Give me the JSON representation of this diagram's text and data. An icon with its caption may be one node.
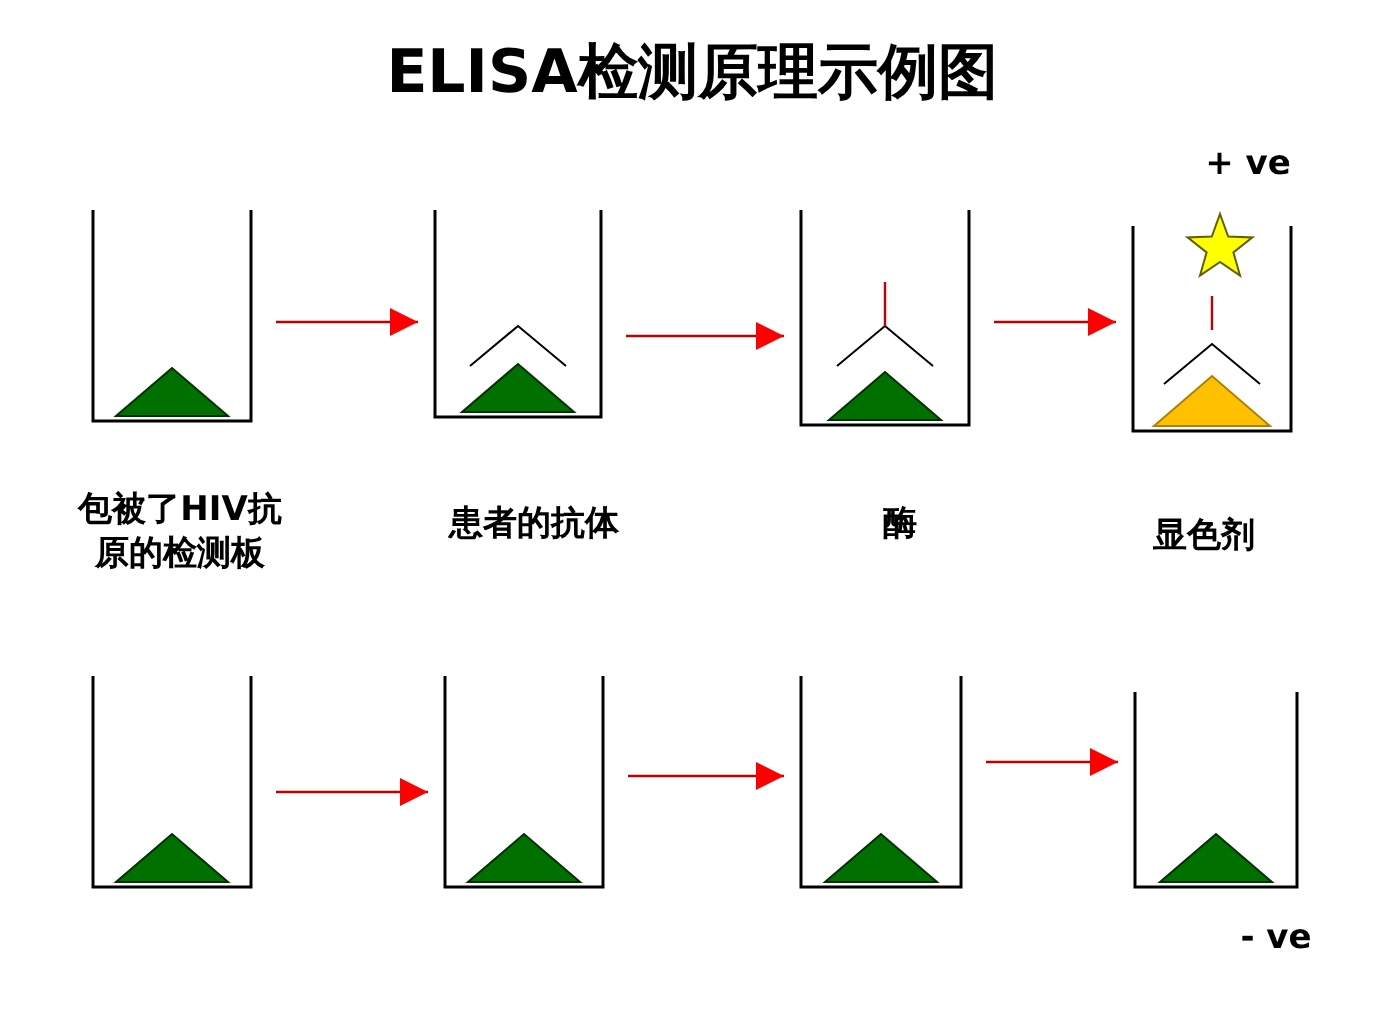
{
  "diagram": {
    "title": "ELISA检测原理示例图",
    "nodes": [
      {
        "text": [],
        "shape": "box",
        "beside": [
          "包被了HIV抗原的检测板"
        ]
      },
      {
        "text": [],
        "shape": "box",
        "beside": [
          "患者的抗体"
        ]
      },
      {
        "text": [],
        "shape": "box",
        "beside": [
          "酶"
        ]
      },
      {
        "text": [],
        "shape": "box",
        "beside": [
          "显色剂",
          "+ ve"
        ]
      },
      {
        "text": [],
        "shape": "box"
      },
      {
        "text": [],
        "shape": "box"
      },
      {
        "text": [],
        "shape": "box"
      },
      {
        "text": [],
        "shape": "box",
        "beside": [
          "- ve"
        ]
      }
    ],
    "edges": [
      {
        "from": 0,
        "to": 1,
        "arrow": "to"
      },
      {
        "from": 1,
        "to": 2,
        "arrow": "to"
      },
      {
        "from": 2,
        "to": 3,
        "arrow": "to"
      },
      {
        "from": 4,
        "to": 5,
        "arrow": "to"
      },
      {
        "from": 5,
        "to": 6,
        "arrow": "to"
      },
      {
        "from": 6,
        "to": 7,
        "arrow": "to"
      }
    ]
  }
}
